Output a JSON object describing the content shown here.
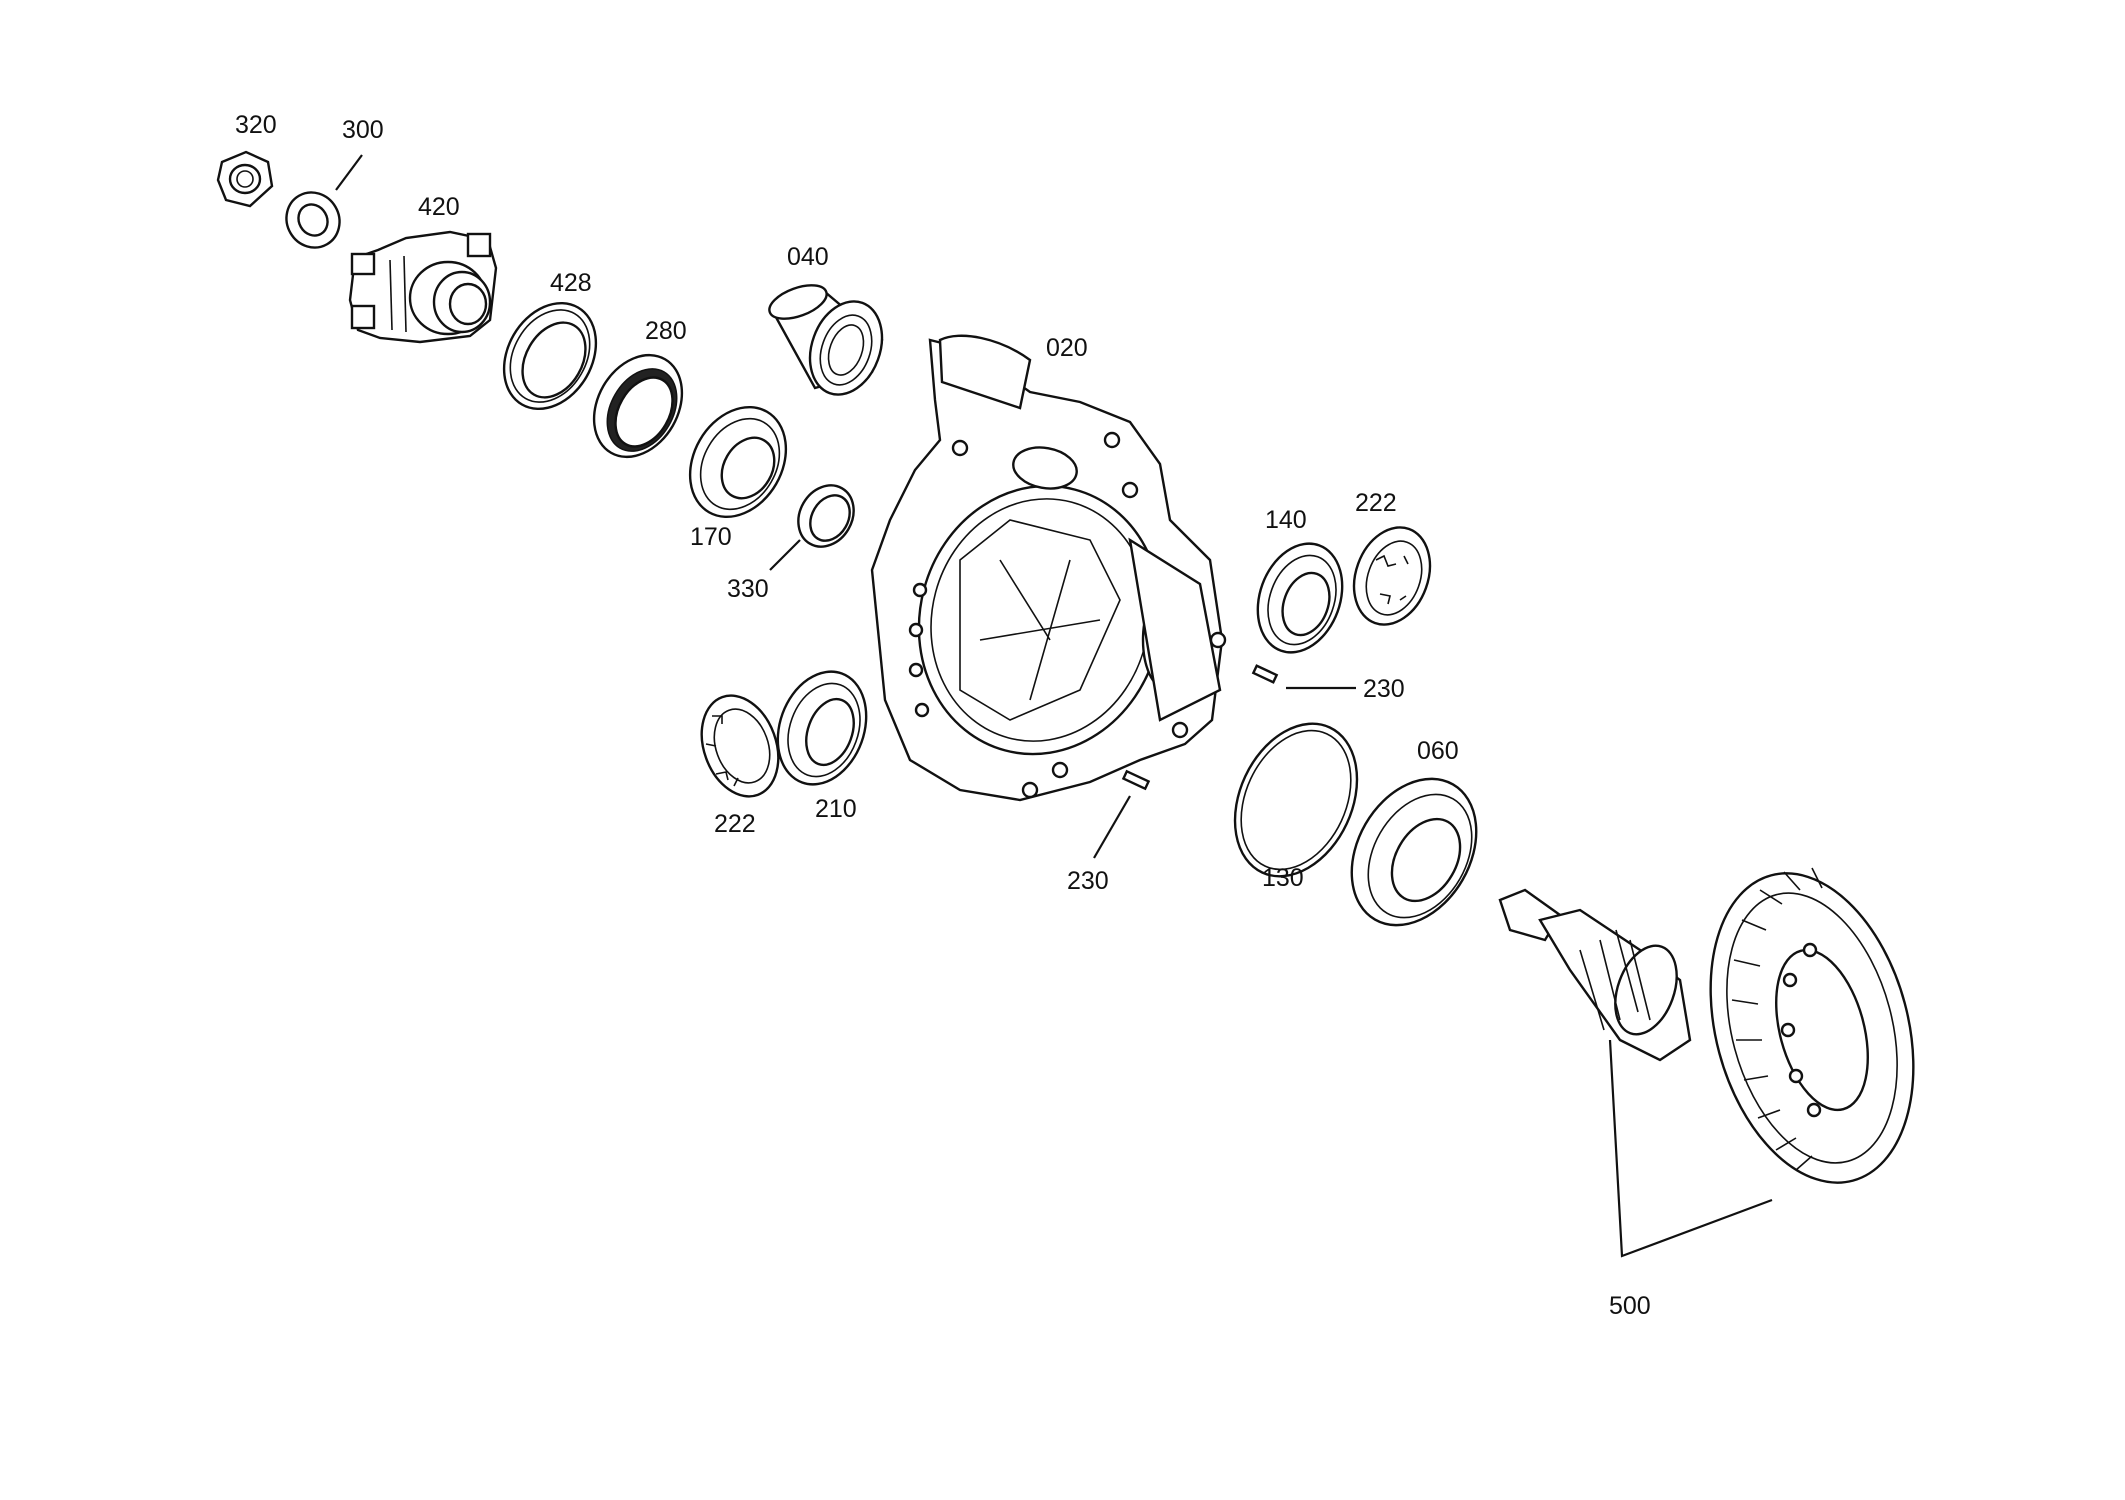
{
  "diagram": {
    "type": "exploded-parts-drawing",
    "colors": {
      "ink": "#111111",
      "background": "#ffffff"
    },
    "part_labels": {
      "p320": "320",
      "p300": "300",
      "p420": "420",
      "p428": "428",
      "p280": "280",
      "p040": "040",
      "p020": "020",
      "p170": "170",
      "p330": "330",
      "p140": "140",
      "p222_right": "222",
      "p230_right": "230",
      "p222_left": "222",
      "p210": "210",
      "p230_bottom": "230",
      "p130": "130",
      "p060": "060",
      "p500": "500"
    }
  }
}
